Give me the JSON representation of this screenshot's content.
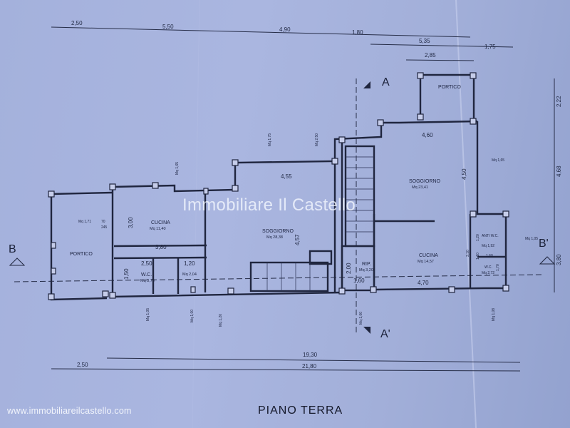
{
  "title": "PIANO TERRA",
  "watermark": "Immobiliare Il Castello",
  "website": "www.immobiliareilcastello.com",
  "top_dimensions": [
    "2,50",
    "5,50",
    "4,90",
    "1,80",
    "5,35",
    "2,85",
    "1,75"
  ],
  "bottom_dimensions": [
    "19,30",
    "2,50",
    "21,80"
  ],
  "right_dimensions": [
    "2,22",
    "4,68",
    "3,80"
  ],
  "section_labels": {
    "a_top": "A",
    "a_bottom": "A'",
    "b_left": "B",
    "b_right": "B'"
  },
  "rooms": [
    {
      "name": "PORTICO",
      "area": ""
    },
    {
      "name": "CUCINA",
      "area": "Mq 11,40"
    },
    {
      "name": "SOGGIORNO",
      "area": "Mq 28,38"
    },
    {
      "name": "W.C.",
      "area": "Mq 3,75"
    },
    {
      "name": "",
      "area": "Mq 2,04"
    },
    {
      "name": "RIP.",
      "area": "Mq 3,20"
    },
    {
      "name": "CUCINA",
      "area": "Mq 14,57"
    },
    {
      "name": "SOGGIORNO",
      "area": "Mq 23,41"
    },
    {
      "name": "PORTICO",
      "area": ""
    },
    {
      "name": "ANTI W.C.",
      "area": "Mq 1,92"
    },
    {
      "name": "W.C.",
      "area": "Mq 2,72"
    }
  ],
  "interior_dimensions": [
    "3,00",
    "3,80",
    "2,50",
    "1,20",
    "1,50",
    "4,55",
    "4,57",
    "4,60",
    "4,50",
    "2,00",
    "1,60",
    "4,70",
    "1,60",
    "1,70",
    "1,20",
    "1,10",
    "3,10"
  ],
  "window_labels": [
    "Mq 1,71",
    "70",
    "245",
    "Mq 1,65",
    "Mq 1,75",
    "Mq 2,50",
    "Mq 1,65",
    "Mq 1,05",
    "Mq 1,05",
    "Mq 1,00",
    "Mq 1,20",
    "Mq 1,00",
    "Mq 1,08"
  ]
}
